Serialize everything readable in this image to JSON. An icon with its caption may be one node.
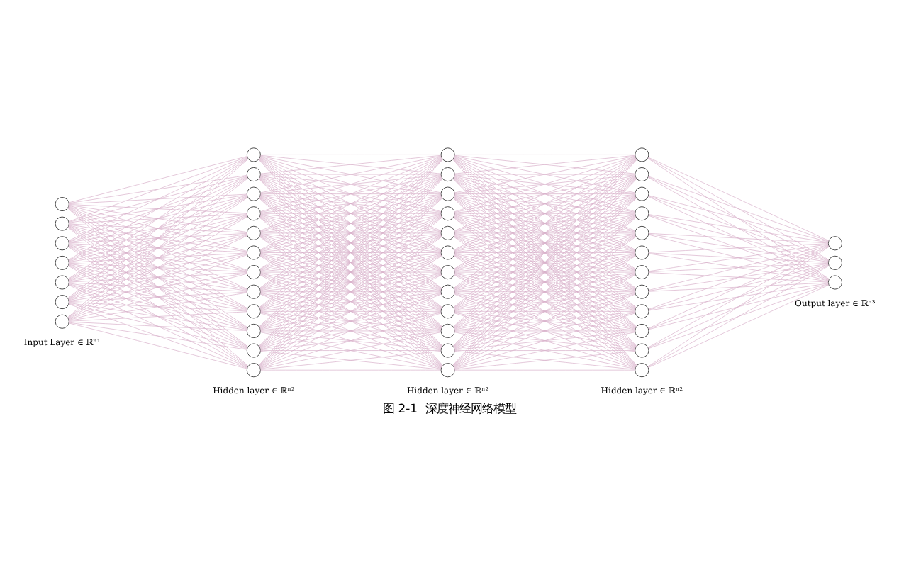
{
  "diagram": {
    "caption": "图 2-1  深度神经网络模型",
    "nodes": [
      {
        "text": [],
        "shape": "circle"
      },
      {
        "text": [],
        "shape": "circle"
      },
      {
        "text": [],
        "shape": "circle"
      },
      {
        "text": [],
        "shape": "circle"
      },
      {
        "text": [],
        "shape": "circle"
      },
      {
        "text": [],
        "shape": "circle"
      },
      {
        "text": [],
        "shape": "circle"
      },
      {
        "text": [],
        "shape": "circle"
      },
      {
        "text": [],
        "shape": "circle"
      },
      {
        "text": [],
        "shape": "circle"
      },
      {
        "text": [],
        "shape": "circle"
      },
      {
        "text": [],
        "shape": "circle"
      },
      {
        "text": [],
        "shape": "circle"
      },
      {
        "text": [],
        "shape": "circle"
      },
      {
        "text": [],
        "shape": "circle"
      },
      {
        "text": [],
        "shape": "circle"
      },
      {
        "text": [],
        "shape": "circle"
      },
      {
        "text": [],
        "shape": "circle"
      },
      {
        "text": [],
        "shape": "circle"
      },
      {
        "text": [],
        "shape": "circle"
      },
      {
        "text": [],
        "shape": "circle"
      },
      {
        "text": [],
        "shape": "circle"
      },
      {
        "text": [],
        "shape": "circle"
      },
      {
        "text": [],
        "shape": "circle"
      },
      {
        "text": [],
        "shape": "circle"
      },
      {
        "text": [],
        "shape": "circle"
      },
      {
        "text": [],
        "shape": "circle"
      },
      {
        "text": [],
        "shape": "circle"
      },
      {
        "text": [],
        "shape": "circle"
      },
      {
        "text": [],
        "shape": "circle"
      },
      {
        "text": [],
        "shape": "circle"
      },
      {
        "text": [],
        "shape": "circle"
      },
      {
        "text": [],
        "shape": "circle"
      },
      {
        "text": [],
        "shape": "circle"
      },
      {
        "text": [],
        "shape": "circle"
      },
      {
        "text": [],
        "shape": "circle"
      },
      {
        "text": [],
        "shape": "circle"
      },
      {
        "text": [],
        "shape": "circle"
      },
      {
        "text": [],
        "shape": "circle"
      },
      {
        "text": [],
        "shape": "circle"
      },
      {
        "text": [],
        "shape": "circle"
      },
      {
        "text": [],
        "shape": "circle"
      },
      {
        "text": [],
        "shape": "circle"
      },
      {
        "text": [],
        "shape": "circle"
      },
      {
        "text": [],
        "shape": "circle"
      },
      {
        "text": [],
        "shape": "circle"
      }
    ],
    "edges": [
      {
        "from": 0,
        "to": 7,
        "arrow": "none"
      },
      {
        "from": 0,
        "to": 8,
        "arrow": "none"
      },
      {
        "from": 0,
        "to": 9,
        "arrow": "none"
      },
      {
        "from": 0,
        "to": 10,
        "arrow": "none"
      },
      {
        "from": 0,
        "to": 11,
        "arrow": "none"
      },
      {
        "from": 0,
        "to": 12,
        "arrow": "none"
      },
      {
        "from": 0,
        "to": 13,
        "arrow": "none"
      },
      {
        "from": 0,
        "to": 14,
        "arrow": "none"
      },
      {
        "from": 0,
        "to": 15,
        "arrow": "none"
      },
      {
        "from": 0,
        "to": 16,
        "arrow": "none"
      },
      {
        "from": 0,
        "to": 17,
        "arrow": "none"
      },
      {
        "from": 0,
        "to": 18,
        "arrow": "none"
      },
      {
        "from": 1,
        "to": 7,
        "arrow": "none"
      },
      {
        "from": 1,
        "to": 8,
        "arrow": "none"
      },
      {
        "from": 1,
        "to": 9,
        "arrow": "none"
      },
      {
        "from": 1,
        "to": 10,
        "arrow": "none"
      },
      {
        "from": 1,
        "to": 11,
        "arrow": "none"
      },
      {
        "from": 1,
        "to": 12,
        "arrow": "none"
      },
      {
        "from": 1,
        "to": 13,
        "arrow": "none"
      },
      {
        "from": 1,
        "to": 14,
        "arrow": "none"
      },
      {
        "from": 1,
        "to": 15,
        "arrow": "none"
      },
      {
        "from": 1,
        "to": 16,
        "arrow": "none"
      },
      {
        "from": 1,
        "to": 17,
        "arrow": "none"
      },
      {
        "from": 1,
        "to": 18,
        "arrow": "none"
      },
      {
        "from": 2,
        "to": 7,
        "arrow": "none"
      },
      {
        "from": 2,
        "to": 8,
        "arrow": "none"
      },
      {
        "from": 2,
        "to": 9,
        "arrow": "none"
      },
      {
        "from": 2,
        "to": 10,
        "arrow": "none"
      },
      {
        "from": 2,
        "to": 11,
        "arrow": "none"
      },
      {
        "from": 2,
        "to": 12,
        "arrow": "none"
      },
      {
        "from": 2,
        "to": 13,
        "arrow": "none"
      },
      {
        "from": 2,
        "to": 14,
        "arrow": "none"
      },
      {
        "from": 2,
        "to": 15,
        "arrow": "none"
      },
      {
        "from": 2,
        "to": 16,
        "arrow": "none"
      },
      {
        "from": 2,
        "to": 17,
        "arrow": "none"
      },
      {
        "from": 2,
        "to": 18,
        "arrow": "none"
      },
      {
        "from": 3,
        "to": 7,
        "arrow": "none"
      },
      {
        "from": 3,
        "to": 8,
        "arrow": "none"
      },
      {
        "from": 3,
        "to": 9,
        "arrow": "none"
      },
      {
        "from": 3,
        "to": 10,
        "arrow": "none"
      },
      {
        "from": 3,
        "to": 11,
        "arrow": "none"
      },
      {
        "from": 3,
        "to": 12,
        "arrow": "none"
      },
      {
        "from": 3,
        "to": 13,
        "arrow": "none"
      },
      {
        "from": 3,
        "to": 14,
        "arrow": "none"
      },
      {
        "from": 3,
        "to": 15,
        "arrow": "none"
      },
      {
        "from": 3,
        "to": 16,
        "arrow": "none"
      },
      {
        "from": 3,
        "to": 17,
        "arrow": "none"
      },
      {
        "from": 3,
        "to": 18,
        "arrow": "none"
      },
      {
        "from": 4,
        "to": 7,
        "arrow": "none"
      },
      {
        "from": 4,
        "to": 8,
        "arrow": "none"
      },
      {
        "from": 4,
        "to": 9,
        "arrow": "none"
      },
      {
        "from": 4,
        "to": 10,
        "arrow": "none"
      },
      {
        "from": 4,
        "to": 11,
        "arrow": "none"
      },
      {
        "from": 4,
        "to": 12,
        "arrow": "none"
      },
      {
        "from": 4,
        "to": 13,
        "arrow": "none"
      },
      {
        "from": 4,
        "to": 14,
        "arrow": "none"
      },
      {
        "from": 4,
        "to": 15,
        "arrow": "none"
      },
      {
        "from": 4,
        "to": 16,
        "arrow": "none"
      },
      {
        "from": 4,
        "to": 17,
        "arrow": "none"
      },
      {
        "from": 4,
        "to": 18,
        "arrow": "none"
      },
      {
        "from": 5,
        "to": 7,
        "arrow": "none"
      },
      {
        "from": 5,
        "to": 8,
        "arrow": "none"
      },
      {
        "from": 5,
        "to": 9,
        "arrow": "none"
      },
      {
        "from": 5,
        "to": 10,
        "arrow": "none"
      },
      {
        "from": 5,
        "to": 11,
        "arrow": "none"
      },
      {
        "from": 5,
        "to": 12,
        "arrow": "none"
      },
      {
        "from": 5,
        "to": 13,
        "arrow": "none"
      },
      {
        "from": 5,
        "to": 14,
        "arrow": "none"
      },
      {
        "from": 5,
        "to": 15,
        "arrow": "none"
      },
      {
        "from": 5,
        "to": 16,
        "arrow": "none"
      },
      {
        "from": 5,
        "to": 17,
        "arrow": "none"
      },
      {
        "from": 5,
        "to": 18,
        "arrow": "none"
      },
      {
        "from": 6,
        "to": 7,
        "arrow": "none"
      },
      {
        "from": 6,
        "to": 8,
        "arrow": "none"
      },
      {
        "from": 6,
        "to": 9,
        "arrow": "none"
      },
      {
        "from": 6,
        "to": 10,
        "arrow": "none"
      },
      {
        "from": 6,
        "to": 11,
        "arrow": "none"
      },
      {
        "from": 6,
        "to": 12,
        "arrow": "none"
      },
      {
        "from": 6,
        "to": 13,
        "arrow": "none"
      },
      {
        "from": 6,
        "to": 14,
        "arrow": "none"
      },
      {
        "from": 6,
        "to": 15,
        "arrow": "none"
      },
      {
        "from": 6,
        "to": 16,
        "arrow": "none"
      },
      {
        "from": 6,
        "to": 17,
        "arrow": "none"
      },
      {
        "from": 6,
        "to": 18,
        "arrow": "none"
      },
      {
        "from": 7,
        "to": 19,
        "arrow": "none"
      },
      {
        "from": 7,
        "to": 20,
        "arrow": "none"
      },
      {
        "from": 7,
        "to": 21,
        "arrow": "none"
      },
      {
        "from": 7,
        "to": 22,
        "arrow": "none"
      },
      {
        "from": 7,
        "to": 23,
        "arrow": "none"
      },
      {
        "from": 7,
        "to": 24,
        "arrow": "none"
      },
      {
        "from": 7,
        "to": 25,
        "arrow": "none"
      },
      {
        "from": 7,
        "to": 26,
        "arrow": "none"
      },
      {
        "from": 7,
        "to": 27,
        "arrow": "none"
      },
      {
        "from": 7,
        "to": 28,
        "arrow": "none"
      },
      {
        "from": 7,
        "to": 29,
        "arrow": "none"
      },
      {
        "from": 7,
        "to": 30,
        "arrow": "none"
      },
      {
        "from": 8,
        "to": 19,
        "arrow": "none"
      },
      {
        "from": 8,
        "to": 20,
        "arrow": "none"
      },
      {
        "from": 8,
        "to": 21,
        "arrow": "none"
      },
      {
        "from": 8,
        "to": 22,
        "arrow": "none"
      },
      {
        "from": 8,
        "to": 23,
        "arrow": "none"
      },
      {
        "from": 8,
        "to": 24,
        "arrow": "none"
      },
      {
        "from": 8,
        "to": 25,
        "arrow": "none"
      },
      {
        "from": 8,
        "to": 26,
        "arrow": "none"
      },
      {
        "from": 8,
        "to": 27,
        "arrow": "none"
      },
      {
        "from": 8,
        "to": 28,
        "arrow": "none"
      },
      {
        "from": 8,
        "to": 29,
        "arrow": "none"
      },
      {
        "from": 8,
        "to": 30,
        "arrow": "none"
      },
      {
        "from": 9,
        "to": 19,
        "arrow": "none"
      },
      {
        "from": 9,
        "to": 20,
        "arrow": "none"
      },
      {
        "from": 9,
        "to": 21,
        "arrow": "none"
      },
      {
        "from": 9,
        "to": 22,
        "arrow": "none"
      },
      {
        "from": 9,
        "to": 23,
        "arrow": "none"
      },
      {
        "from": 9,
        "to": 24,
        "arrow": "none"
      },
      {
        "from": 9,
        "to": 25,
        "arrow": "none"
      },
      {
        "from": 9,
        "to": 26,
        "arrow": "none"
      },
      {
        "from": 9,
        "to": 27,
        "arrow": "none"
      },
      {
        "from": 9,
        "to": 28,
        "arrow": "none"
      },
      {
        "from": 9,
        "to": 29,
        "arrow": "none"
      },
      {
        "from": 9,
        "to": 30,
        "arrow": "none"
      },
      {
        "from": 10,
        "to": 19,
        "arrow": "none"
      },
      {
        "from": 10,
        "to": 20,
        "arrow": "none"
      },
      {
        "from": 10,
        "to": 21,
        "arrow": "none"
      },
      {
        "from": 10,
        "to": 22,
        "arrow": "none"
      },
      {
        "from": 10,
        "to": 23,
        "arrow": "none"
      },
      {
        "from": 10,
        "to": 24,
        "arrow": "none"
      },
      {
        "from": 10,
        "to": 25,
        "arrow": "none"
      },
      {
        "from": 10,
        "to": 26,
        "arrow": "none"
      },
      {
        "from": 10,
        "to": 27,
        "arrow": "none"
      },
      {
        "from": 10,
        "to": 28,
        "arrow": "none"
      },
      {
        "from": 10,
        "to": 29,
        "arrow": "none"
      },
      {
        "from": 10,
        "to": 30,
        "arrow": "none"
      },
      {
        "from": 11,
        "to": 19,
        "arrow": "none"
      },
      {
        "from": 11,
        "to": 20,
        "arrow": "none"
      },
      {
        "from": 11,
        "to": 21,
        "arrow": "none"
      },
      {
        "from": 11,
        "to": 22,
        "arrow": "none"
      },
      {
        "from": 11,
        "to": 23,
        "arrow": "none"
      },
      {
        "from": 11,
        "to": 24,
        "arrow": "none"
      },
      {
        "from": 11,
        "to": 25,
        "arrow": "none"
      },
      {
        "from": 11,
        "to": 26,
        "arrow": "none"
      },
      {
        "from": 11,
        "to": 27,
        "arrow": "none"
      },
      {
        "from": 11,
        "to": 28,
        "arrow": "none"
      },
      {
        "from": 11,
        "to": 29,
        "arrow": "none"
      },
      {
        "from": 11,
        "to": 30,
        "arrow": "none"
      },
      {
        "from": 12,
        "to": 19,
        "arrow": "none"
      },
      {
        "from": 12,
        "to": 20,
        "arrow": "none"
      },
      {
        "from": 12,
        "to": 21,
        "arrow": "none"
      },
      {
        "from": 12,
        "to": 22,
        "arrow": "none"
      },
      {
        "from": 12,
        "to": 23,
        "arrow": "none"
      },
      {
        "from": 12,
        "to": 24,
        "arrow": "none"
      },
      {
        "from": 12,
        "to": 25,
        "arrow": "none"
      },
      {
        "from": 12,
        "to": 26,
        "arrow": "none"
      },
      {
        "from": 12,
        "to": 27,
        "arrow": "none"
      },
      {
        "from": 12,
        "to": 28,
        "arrow": "none"
      },
      {
        "from": 12,
        "to": 29,
        "arrow": "none"
      },
      {
        "from": 12,
        "to": 30,
        "arrow": "none"
      },
      {
        "from": 13,
        "to": 19,
        "arrow": "none"
      },
      {
        "from": 13,
        "to": 20,
        "arrow": "none"
      },
      {
        "from": 13,
        "to": 21,
        "arrow": "none"
      },
      {
        "from": 13,
        "to": 22,
        "arrow": "none"
      },
      {
        "from": 13,
        "to": 23,
        "arrow": "none"
      },
      {
        "from": 13,
        "to": 24,
        "arrow": "none"
      },
      {
        "from": 13,
        "to": 25,
        "arrow": "none"
      },
      {
        "from": 13,
        "to": 26,
        "arrow": "none"
      },
      {
        "from": 13,
        "to": 27,
        "arrow": "none"
      },
      {
        "from": 13,
        "to": 28,
        "arrow": "none"
      },
      {
        "from": 13,
        "to": 29,
        "arrow": "none"
      },
      {
        "from": 13,
        "to": 30,
        "arrow": "none"
      },
      {
        "from": 14,
        "to": 19,
        "arrow": "none"
      },
      {
        "from": 14,
        "to": 20,
        "arrow": "none"
      },
      {
        "from": 14,
        "to": 21,
        "arrow": "none"
      },
      {
        "from": 14,
        "to": 22,
        "arrow": "none"
      },
      {
        "from": 14,
        "to": 23,
        "arrow": "none"
      },
      {
        "from": 14,
        "to": 24,
        "arrow": "none"
      },
      {
        "from": 14,
        "to": 25,
        "arrow": "none"
      },
      {
        "from": 14,
        "to": 26,
        "arrow": "none"
      },
      {
        "from": 14,
        "to": 27,
        "arrow": "none"
      },
      {
        "from": 14,
        "to": 28,
        "arrow": "none"
      },
      {
        "from": 14,
        "to": 29,
        "arrow": "none"
      },
      {
        "from": 14,
        "to": 30,
        "arrow": "none"
      },
      {
        "from": 15,
        "to": 19,
        "arrow": "none"
      },
      {
        "from": 15,
        "to": 20,
        "arrow": "none"
      },
      {
        "from": 15,
        "to": 21,
        "arrow": "none"
      },
      {
        "from": 15,
        "to": 22,
        "arrow": "none"
      },
      {
        "from": 15,
        "to": 23,
        "arrow": "none"
      },
      {
        "from": 15,
        "to": 24,
        "arrow": "none"
      },
      {
        "from": 15,
        "to": 25,
        "arrow": "none"
      },
      {
        "from": 15,
        "to": 26,
        "arrow": "none"
      },
      {
        "from": 15,
        "to": 27,
        "arrow": "none"
      },
      {
        "from": 15,
        "to": 28,
        "arrow": "none"
      },
      {
        "from": 15,
        "to": 29,
        "arrow": "none"
      },
      {
        "from": 15,
        "to": 30,
        "arrow": "none"
      },
      {
        "from": 16,
        "to": 19,
        "arrow": "none"
      },
      {
        "from": 16,
        "to": 20,
        "arrow": "none"
      },
      {
        "from": 16,
        "to": 21,
        "arrow": "none"
      },
      {
        "from": 16,
        "to": 22,
        "arrow": "none"
      },
      {
        "from": 16,
        "to": 23,
        "arrow": "none"
      },
      {
        "from": 16,
        "to": 24,
        "arrow": "none"
      },
      {
        "from": 16,
        "to": 25,
        "arrow": "none"
      },
      {
        "from": 16,
        "to": 26,
        "arrow": "none"
      },
      {
        "from": 16,
        "to": 27,
        "arrow": "none"
      },
      {
        "from": 16,
        "to": 28,
        "arrow": "none"
      },
      {
        "from": 16,
        "to": 29,
        "arrow": "none"
      },
      {
        "from": 16,
        "to": 30,
        "arrow": "none"
      },
      {
        "from": 17,
        "to": 19,
        "arrow": "none"
      },
      {
        "from": 17,
        "to": 20,
        "arrow": "none"
      },
      {
        "from": 17,
        "to": 21,
        "arrow": "none"
      },
      {
        "from": 17,
        "to": 22,
        "arrow": "none"
      },
      {
        "from": 17,
        "to": 23,
        "arrow": "none"
      },
      {
        "from": 17,
        "to": 24,
        "arrow": "none"
      },
      {
        "from": 17,
        "to": 25,
        "arrow": "none"
      },
      {
        "from": 17,
        "to": 26,
        "arrow": "none"
      },
      {
        "from": 17,
        "to": 27,
        "arrow": "none"
      },
      {
        "from": 17,
        "to": 28,
        "arrow": "none"
      },
      {
        "from": 17,
        "to": 29,
        "arrow": "none"
      },
      {
        "from": 17,
        "to": 30,
        "arrow": "none"
      },
      {
        "from": 18,
        "to": 19,
        "arrow": "none"
      },
      {
        "from": 18,
        "to": 20,
        "arrow": "none"
      },
      {
        "from": 18,
        "to": 21,
        "arrow": "none"
      },
      {
        "from": 18,
        "to": 22,
        "arrow": "none"
      },
      {
        "from": 18,
        "to": 23,
        "arrow": "none"
      },
      {
        "from": 18,
        "to": 24,
        "arrow": "none"
      },
      {
        "from": 18,
        "to": 25,
        "arrow": "none"
      },
      {
        "from": 18,
        "to": 26,
        "arrow": "none"
      },
      {
        "from": 18,
        "to": 27,
        "arrow": "none"
      },
      {
        "from": 18,
        "to": 28,
        "arrow": "none"
      },
      {
        "from": 18,
        "to": 29,
        "arrow": "none"
      },
      {
        "from": 18,
        "to": 30,
        "arrow": "none"
      },
      {
        "from": 19,
        "to": 31,
        "arrow": "none"
      },
      {
        "from": 19,
        "to": 32,
        "arrow": "none"
      },
      {
        "from": 19,
        "to": 33,
        "arrow": "none"
      },
      {
        "from": 19,
        "to": 34,
        "arrow": "none"
      },
      {
        "from": 19,
        "to": 35,
        "arrow": "none"
      },
      {
        "from": 19,
        "to": 36,
        "arrow": "none"
      },
      {
        "from": 19,
        "to": 37,
        "arrow": "none"
      },
      {
        "from": 19,
        "to": 38,
        "arrow": "none"
      },
      {
        "from": 19,
        "to": 39,
        "arrow": "none"
      },
      {
        "from": 19,
        "to": 40,
        "arrow": "none"
      },
      {
        "from": 19,
        "to": 41,
        "arrow": "none"
      },
      {
        "from": 19,
        "to": 42,
        "arrow": "none"
      },
      {
        "from": 20,
        "to": 31,
        "arrow": "none"
      },
      {
        "from": 20,
        "to": 32,
        "arrow": "none"
      },
      {
        "from": 20,
        "to": 33,
        "arrow": "none"
      },
      {
        "from": 20,
        "to": 34,
        "arrow": "none"
      },
      {
        "from": 20,
        "to": 35,
        "arrow": "none"
      },
      {
        "from": 20,
        "to": 36,
        "arrow": "none"
      },
      {
        "from": 20,
        "to": 37,
        "arrow": "none"
      },
      {
        "from": 20,
        "to": 38,
        "arrow": "none"
      },
      {
        "from": 20,
        "to": 39,
        "arrow": "none"
      },
      {
        "from": 20,
        "to": 40,
        "arrow": "none"
      },
      {
        "from": 20,
        "to": 41,
        "arrow": "none"
      },
      {
        "from": 20,
        "to": 42,
        "arrow": "none"
      },
      {
        "from": 21,
        "to": 31,
        "arrow": "none"
      },
      {
        "from": 21,
        "to": 32,
        "arrow": "none"
      },
      {
        "from": 21,
        "to": 33,
        "arrow": "none"
      },
      {
        "from": 21,
        "to": 34,
        "arrow": "none"
      },
      {
        "from": 21,
        "to": 35,
        "arrow": "none"
      },
      {
        "from": 21,
        "to": 36,
        "arrow": "none"
      },
      {
        "from": 21,
        "to": 37,
        "arrow": "none"
      },
      {
        "from": 21,
        "to": 38,
        "arrow": "none"
      },
      {
        "from": 21,
        "to": 39,
        "arrow": "none"
      },
      {
        "from": 21,
        "to": 40,
        "arrow": "none"
      },
      {
        "from": 21,
        "to": 41,
        "arrow": "none"
      },
      {
        "from": 21,
        "to": 42,
        "arrow": "none"
      },
      {
        "from": 22,
        "to": 31,
        "arrow": "none"
      },
      {
        "from": 22,
        "to": 32,
        "arrow": "none"
      },
      {
        "from": 22,
        "to": 33,
        "arrow": "none"
      },
      {
        "from": 22,
        "to": 34,
        "arrow": "none"
      },
      {
        "from": 22,
        "to": 35,
        "arrow": "none"
      },
      {
        "from": 22,
        "to": 36,
        "arrow": "none"
      },
      {
        "from": 22,
        "to": 37,
        "arrow": "none"
      },
      {
        "from": 22,
        "to": 38,
        "arrow": "none"
      },
      {
        "from": 22,
        "to": 39,
        "arrow": "none"
      },
      {
        "from": 22,
        "to": 40,
        "arrow": "none"
      },
      {
        "from": 22,
        "to": 41,
        "arrow": "none"
      },
      {
        "from": 22,
        "to": 42,
        "arrow": "none"
      },
      {
        "from": 23,
        "to": 31,
        "arrow": "none"
      },
      {
        "from": 23,
        "to": 32,
        "arrow": "none"
      },
      {
        "from": 23,
        "to": 33,
        "arrow": "none"
      },
      {
        "from": 23,
        "to": 34,
        "arrow": "none"
      },
      {
        "from": 23,
        "to": 35,
        "arrow": "none"
      },
      {
        "from": 23,
        "to": 36,
        "arrow": "none"
      },
      {
        "from": 23,
        "to": 37,
        "arrow": "none"
      },
      {
        "from": 23,
        "to": 38,
        "arrow": "none"
      },
      {
        "from": 23,
        "to": 39,
        "arrow": "none"
      },
      {
        "from": 23,
        "to": 40,
        "arrow": "none"
      },
      {
        "from": 23,
        "to": 41,
        "arrow": "none"
      },
      {
        "from": 23,
        "to": 42,
        "arrow": "none"
      },
      {
        "from": 24,
        "to": 31,
        "arrow": "none"
      },
      {
        "from": 24,
        "to": 32,
        "arrow": "none"
      },
      {
        "from": 24,
        "to": 33,
        "arrow": "none"
      },
      {
        "from": 24,
        "to": 34,
        "arrow": "none"
      },
      {
        "from": 24,
        "to": 35,
        "arrow": "none"
      },
      {
        "from": 24,
        "to": 36,
        "arrow": "none"
      },
      {
        "from": 24,
        "to": 37,
        "arrow": "none"
      },
      {
        "from": 24,
        "to": 38,
        "arrow": "none"
      },
      {
        "from": 24,
        "to": 39,
        "arrow": "none"
      },
      {
        "from": 24,
        "to": 40,
        "arrow": "none"
      },
      {
        "from": 24,
        "to": 41,
        "arrow": "none"
      },
      {
        "from": 24,
        "to": 42,
        "arrow": "none"
      },
      {
        "from": 25,
        "to": 31,
        "arrow": "none"
      },
      {
        "from": 25,
        "to": 32,
        "arrow": "none"
      },
      {
        "from": 25,
        "to": 33,
        "arrow": "none"
      },
      {
        "from": 25,
        "to": 34,
        "arrow": "none"
      },
      {
        "from": 25,
        "to": 35,
        "arrow": "none"
      },
      {
        "from": 25,
        "to": 36,
        "arrow": "none"
      },
      {
        "from": 25,
        "to": 37,
        "arrow": "none"
      },
      {
        "from": 25,
        "to": 38,
        "arrow": "none"
      },
      {
        "from": 25,
        "to": 39,
        "arrow": "none"
      },
      {
        "from": 25,
        "to": 40,
        "arrow": "none"
      },
      {
        "from": 25,
        "to": 41,
        "arrow": "none"
      },
      {
        "from": 25,
        "to": 42,
        "arrow": "none"
      },
      {
        "from": 26,
        "to": 31,
        "arrow": "none"
      },
      {
        "from": 26,
        "to": 32,
        "arrow": "none"
      },
      {
        "from": 26,
        "to": 33,
        "arrow": "none"
      },
      {
        "from": 26,
        "to": 34,
        "arrow": "none"
      },
      {
        "from": 26,
        "to": 35,
        "arrow": "none"
      },
      {
        "from": 26,
        "to": 36,
        "arrow": "none"
      },
      {
        "from": 26,
        "to": 37,
        "arrow": "none"
      },
      {
        "from": 26,
        "to": 38,
        "arrow": "none"
      },
      {
        "from": 26,
        "to": 39,
        "arrow": "none"
      },
      {
        "from": 26,
        "to": 40,
        "arrow": "none"
      },
      {
        "from": 26,
        "to": 41,
        "arrow": "none"
      },
      {
        "from": 26,
        "to": 42,
        "arrow": "none"
      },
      {
        "from": 27,
        "to": 31,
        "arrow": "none"
      },
      {
        "from": 27,
        "to": 32,
        "arrow": "none"
      },
      {
        "from": 27,
        "to": 33,
        "arrow": "none"
      },
      {
        "from": 27,
        "to": 34,
        "arrow": "none"
      },
      {
        "from": 27,
        "to": 35,
        "arrow": "none"
      },
      {
        "from": 27,
        "to": 36,
        "arrow": "none"
      },
      {
        "from": 27,
        "to": 37,
        "arrow": "none"
      },
      {
        "from": 27,
        "to": 38,
        "arrow": "none"
      },
      {
        "from": 27,
        "to": 39,
        "arrow": "none"
      },
      {
        "from": 27,
        "to": 40,
        "arrow": "none"
      },
      {
        "from": 27,
        "to": 41,
        "arrow": "none"
      },
      {
        "from": 27,
        "to": 42,
        "arrow": "none"
      },
      {
        "from": 28,
        "to": 31,
        "arrow": "none"
      },
      {
        "from": 28,
        "to": 32,
        "arrow": "none"
      },
      {
        "from": 28,
        "to": 33,
        "arrow": "none"
      },
      {
        "from": 28,
        "to": 34,
        "arrow": "none"
      },
      {
        "from": 28,
        "to": 35,
        "arrow": "none"
      },
      {
        "from": 28,
        "to": 36,
        "arrow": "none"
      },
      {
        "from": 28,
        "to": 37,
        "arrow": "none"
      },
      {
        "from": 28,
        "to": 38,
        "arrow": "none"
      },
      {
        "from": 28,
        "to": 39,
        "arrow": "none"
      },
      {
        "from": 28,
        "to": 40,
        "arrow": "none"
      },
      {
        "from": 28,
        "to": 41,
        "arrow": "none"
      },
      {
        "from": 28,
        "to": 42,
        "arrow": "none"
      },
      {
        "from": 29,
        "to": 31,
        "arrow": "none"
      },
      {
        "from": 29,
        "to": 32,
        "arrow": "none"
      },
      {
        "from": 29,
        "to": 33,
        "arrow": "none"
      },
      {
        "from": 29,
        "to": 34,
        "arrow": "none"
      },
      {
        "from": 29,
        "to": 35,
        "arrow": "none"
      },
      {
        "from": 29,
        "to": 36,
        "arrow": "none"
      },
      {
        "from": 29,
        "to": 37,
        "arrow": "none"
      },
      {
        "from": 29,
        "to": 38,
        "arrow": "none"
      },
      {
        "from": 29,
        "to": 39,
        "arrow": "none"
      },
      {
        "from": 29,
        "to": 40,
        "arrow": "none"
      },
      {
        "from": 29,
        "to": 41,
        "arrow": "none"
      },
      {
        "from": 29,
        "to": 42,
        "arrow": "none"
      },
      {
        "from": 30,
        "to": 31,
        "arrow": "none"
      },
      {
        "from": 30,
        "to": 32,
        "arrow": "none"
      },
      {
        "from": 30,
        "to": 33,
        "arrow": "none"
      },
      {
        "from": 30,
        "to": 34,
        "arrow": "none"
      },
      {
        "from": 30,
        "to": 35,
        "arrow": "none"
      },
      {
        "from": 30,
        "to": 36,
        "arrow": "none"
      },
      {
        "from": 30,
        "to": 37,
        "arrow": "none"
      },
      {
        "from": 30,
        "to": 38,
        "arrow": "none"
      },
      {
        "from": 30,
        "to": 39,
        "arrow": "none"
      },
      {
        "from": 30,
        "to": 40,
        "arrow": "none"
      },
      {
        "from": 30,
        "to": 41,
        "arrow": "none"
      },
      {
        "from": 30,
        "to": 42,
        "arrow": "none"
      },
      {
        "from": 31,
        "to": 43,
        "arrow": "none"
      },
      {
        "from": 31,
        "to": 44,
        "arrow": "none"
      },
      {
        "from": 31,
        "to": 45,
        "arrow": "none"
      },
      {
        "from": 32,
        "to": 43,
        "arrow": "none"
      },
      {
        "from": 32,
        "to": 44,
        "arrow": "none"
      },
      {
        "from": 32,
        "to": 45,
        "arrow": "none"
      },
      {
        "from": 33,
        "to": 43,
        "arrow": "none"
      },
      {
        "from": 33,
        "to": 44,
        "arrow": "none"
      },
      {
        "from": 33,
        "to": 45,
        "arrow": "none"
      },
      {
        "from": 34,
        "to": 43,
        "arrow": "none"
      },
      {
        "from": 34,
        "to": 44,
        "arrow": "none"
      },
      {
        "from": 34,
        "to": 45,
        "arrow": "none"
      },
      {
        "from": 35,
        "to": 43,
        "arrow": "none"
      },
      {
        "from": 35,
        "to": 44,
        "arrow": "none"
      },
      {
        "from": 35,
        "to": 45,
        "arrow": "none"
      },
      {
        "from": 36,
        "to": 43,
        "arrow": "none"
      },
      {
        "from": 36,
        "to": 44,
        "arrow": "none"
      },
      {
        "from": 36,
        "to": 45,
        "arrow": "none"
      },
      {
        "from": 37,
        "to": 43,
        "arrow": "none"
      },
      {
        "from": 37,
        "to": 44,
        "arrow": "none"
      },
      {
        "from": 37,
        "to": 45,
        "arrow": "none"
      },
      {
        "from": 38,
        "to": 43,
        "arrow": "none"
      },
      {
        "from": 38,
        "to": 44,
        "arrow": "none"
      },
      {
        "from": 38,
        "to": 45,
        "arrow": "none"
      },
      {
        "from": 39,
        "to": 43,
        "arrow": "none"
      },
      {
        "from": 39,
        "to": 44,
        "arrow": "none"
      },
      {
        "from": 39,
        "to": 45,
        "arrow": "none"
      },
      {
        "from": 40,
        "to": 43,
        "arrow": "none"
      },
      {
        "from": 40,
        "to": 44,
        "arrow": "none"
      },
      {
        "from": 40,
        "to": 45,
        "arrow": "none"
      },
      {
        "from": 41,
        "to": 43,
        "arrow": "none"
      },
      {
        "from": 41,
        "to": 44,
        "arrow": "none"
      },
      {
        "from": 41,
        "to": 45,
        "arrow": "none"
      },
      {
        "from": 42,
        "to": 43,
        "arrow": "none"
      },
      {
        "from": 42,
        "to": 44,
        "arrow": "none"
      },
      {
        "from": 42,
        "to": 45,
        "arrow": "none"
      }
    ],
    "labels": [
      "Input Layer ∈ ℝⁿ¹",
      "Hidden layer ∈ ℝⁿ²",
      "Hidden layer ∈ ℝⁿ²",
      "Hidden layer ∈ ℝⁿ²",
      "Output layer ∈ ℝⁿ³"
    ]
  }
}
